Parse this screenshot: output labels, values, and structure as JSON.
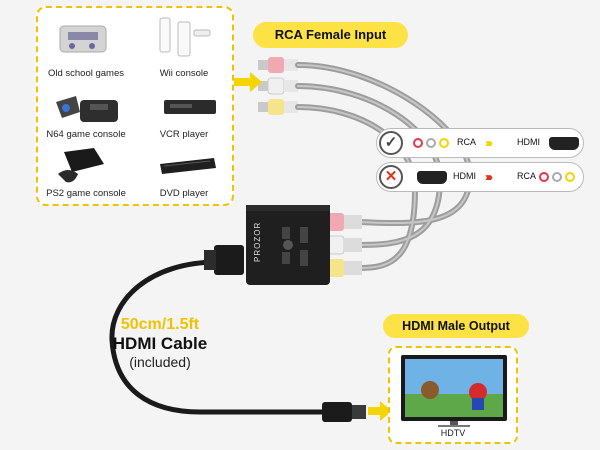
{
  "devices": [
    {
      "label": "Old school games",
      "icon": "snes-console-icon"
    },
    {
      "label": "Wii console",
      "icon": "wii-console-icon"
    },
    {
      "label": "N64 game console",
      "icon": "n64-console-icon"
    },
    {
      "label": "VCR player",
      "icon": "vcr-player-icon"
    },
    {
      "label": "PS2 game console",
      "icon": "ps2-console-icon"
    },
    {
      "label": "DVD player",
      "icon": "dvd-player-icon"
    }
  ],
  "rca_input_label": "RCA Female Input",
  "hdmi_output_label": "HDMI Male Output",
  "compat": {
    "supported": {
      "from": "RCA",
      "to": "HDMI"
    },
    "unsupported": {
      "from": "HDMI",
      "to": "RCA"
    }
  },
  "brand": "PROZOR",
  "cable": {
    "length": "50cm/1.5ft",
    "name": "HDMI Cable",
    "note": "(included)"
  },
  "tv_label": "HDTV",
  "colors": {
    "accent_yellow": "#fde246",
    "ok_blue": "#1e6bd6",
    "no_red": "#e0331c",
    "rca_red": "#e8354a",
    "rca_yellow": "#f5d400"
  }
}
